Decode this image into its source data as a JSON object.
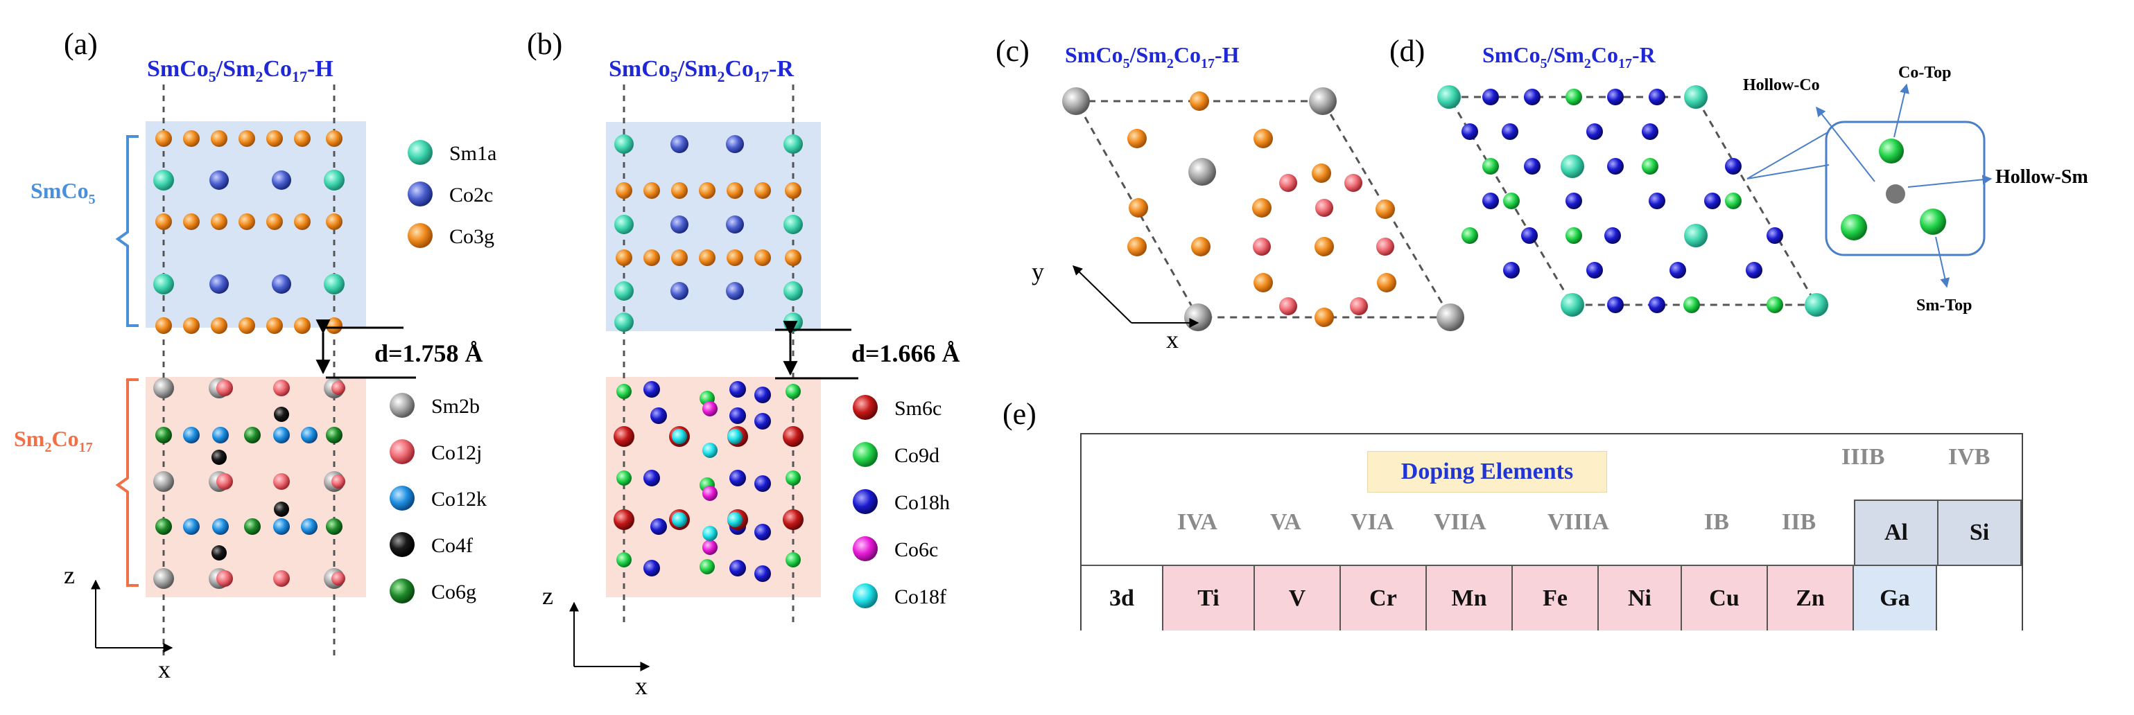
{
  "panels": {
    "a": {
      "label": "(a)",
      "title_main": "SmCo",
      "title_sub1": "5",
      "title_mid": "/Sm",
      "title_sub2": "2",
      "title_mid2": "Co",
      "title_sub3": "17",
      "title_end": "-H"
    },
    "b": {
      "label": "(b)",
      "title_main": "SmCo",
      "title_sub1": "5",
      "title_mid": "/Sm",
      "title_sub2": "2",
      "title_mid2": "Co",
      "title_sub3": "17",
      "title_end": "-R"
    },
    "c": {
      "label": "(c)",
      "title_main": "SmCo",
      "title_sub1": "5",
      "title_mid": "/Sm",
      "title_sub2": "2",
      "title_mid2": "Co",
      "title_sub3": "17",
      "title_end": "-H"
    },
    "d": {
      "label": "(d)",
      "title_main": "SmCo",
      "title_sub1": "5",
      "title_mid": "/Sm",
      "title_sub2": "2",
      "title_mid2": "Co",
      "title_sub3": "17",
      "title_end": "-R"
    },
    "e": {
      "label": "(e)"
    }
  },
  "region_labels": {
    "smco5": {
      "main": "SmCo",
      "sub": "5"
    },
    "sm2co17": {
      "main": "Sm",
      "sub1": "2",
      "mid": "Co",
      "sub2": "17"
    }
  },
  "distances": {
    "a": "d=1.758 Å",
    "b": "d=1.666 Å"
  },
  "axes": {
    "z": "z",
    "x": "x",
    "y": "y"
  },
  "legend_a_top": [
    "Sm1a",
    "Co2c",
    "Co3g"
  ],
  "legend_a_bottom": [
    "Sm2b",
    "Co12j",
    "Co12k",
    "Co4f",
    "Co6g"
  ],
  "legend_b_bottom": [
    "Sm6c",
    "Co9d",
    "Co18h",
    "Co6c",
    "Co18f"
  ],
  "sites": {
    "hollow_co": "Hollow-Co",
    "co_top": "Co-Top",
    "hollow_sm": "Hollow-Sm",
    "sm_top": "Sm-Top"
  },
  "colors": {
    "sm1a": "#3fd6b0",
    "co2c": "#4a5fcf",
    "co3g": "#f08a1c",
    "sm2b": "#a8a8a8",
    "co12j": "#ef6b73",
    "co12k": "#1e8fe0",
    "co4f": "#1a1a1a",
    "co6g": "#1f8a2a",
    "sm6c": "#c41818",
    "co9d": "#22d44a",
    "co18h": "#1a1ad0",
    "co6c": "#e81ad8",
    "co18f": "#1fe0e8",
    "title_blue": "#1f28d6",
    "smco5_label": "#4a90d9",
    "sm2co17_label": "#f07048"
  },
  "table": {
    "doping_title": "Doping Elements",
    "groups_top": [
      "IIIB",
      "IVB"
    ],
    "groups_row": [
      "IVA",
      "VA",
      "VIA",
      "VIIA",
      "VIIIA",
      "IB",
      "IIB"
    ],
    "row2": [
      "Al",
      "Si"
    ],
    "row3_label": "3d",
    "row3": [
      "Ti",
      "V",
      "Cr",
      "Mn",
      "Fe",
      "Ni",
      "Cu",
      "Zn",
      "Ga"
    ]
  }
}
